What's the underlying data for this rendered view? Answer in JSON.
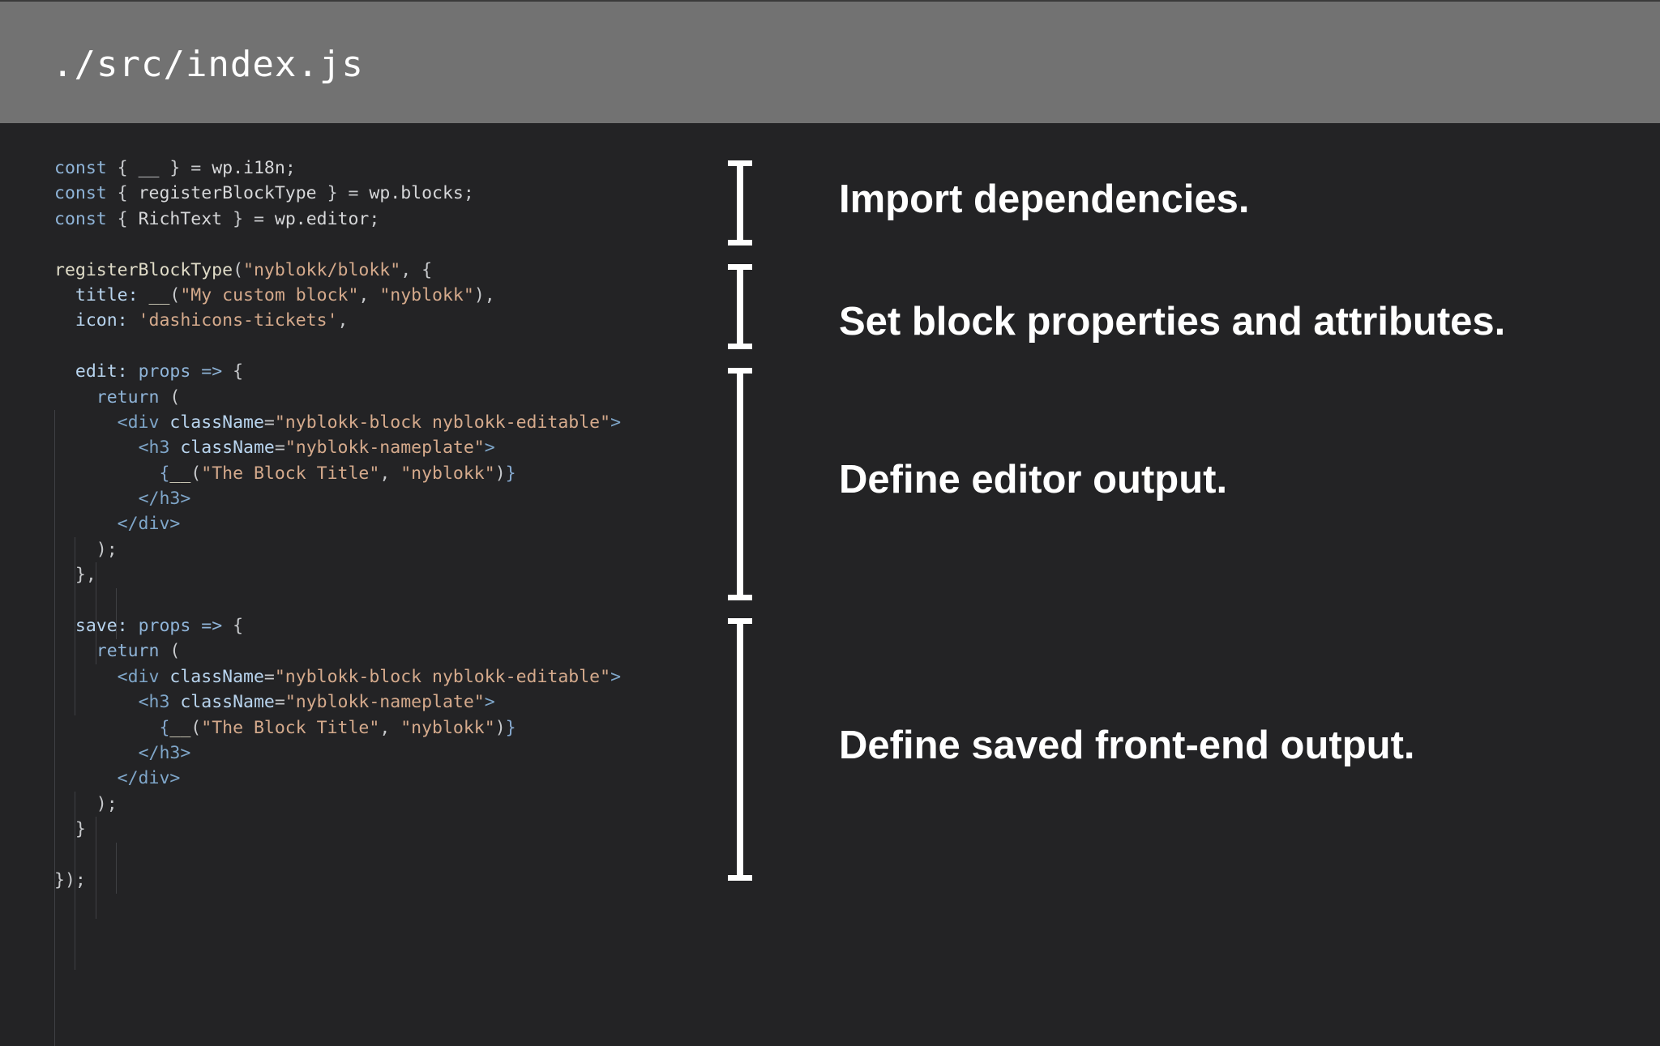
{
  "header": {
    "title": "./src/index.js"
  },
  "code": {
    "l1": {
      "kw": "const",
      "p1": " { ",
      "id1": "__",
      "p2": " } = ",
      "id2": "wp.i18n",
      "p3": ";"
    },
    "l2": {
      "kw": "const",
      "p1": " { ",
      "id1": "registerBlockType",
      "p2": " } = ",
      "id2": "wp.blocks",
      "p3": ";"
    },
    "l3": {
      "kw": "const",
      "p1": " { ",
      "id1": "RichText",
      "p2": " } = ",
      "id2": "wp.editor",
      "p3": ";"
    },
    "l5": {
      "fn": "registerBlockType",
      "p1": "(",
      "s1": "\"nyblokk/blokk\"",
      "p2": ", {"
    },
    "l6": {
      "key": "title:",
      "p1": " ",
      "fn": "__",
      "p2": "(",
      "s1": "\"My custom block\"",
      "p3": ", ",
      "s2": "\"nyblokk\"",
      "p4": "),"
    },
    "l7": {
      "key": "icon:",
      "p1": " ",
      "s1": "'dashicons-tickets'",
      "p2": ","
    },
    "l9": {
      "key": "edit:",
      "p1": " ",
      "arg": "props",
      "p2": " ",
      "arr": "=>",
      "p3": " {"
    },
    "l10": {
      "kw": "return",
      "p1": " ("
    },
    "l11": {
      "tag1": "<div",
      "p1": " ",
      "attr": "className",
      "p2": "=",
      "s1": "\"nyblokk-block nyblokk-editable\"",
      "tag2": ">"
    },
    "l12": {
      "tag1": "<h3",
      "p1": " ",
      "attr": "className",
      "p2": "=",
      "s1": "\"nyblokk-nameplate\"",
      "tag2": ">"
    },
    "l13": {
      "b1": "{",
      "fn": "__",
      "p1": "(",
      "s1": "\"The Block Title\"",
      "p2": ", ",
      "s2": "\"nyblokk\"",
      "p3": ")",
      "b2": "}"
    },
    "l14": {
      "tag": "</h3>"
    },
    "l15": {
      "tag": "</div>"
    },
    "l16": {
      "p": ");"
    },
    "l17": {
      "p": "},"
    },
    "l19": {
      "key": "save:",
      "p1": " ",
      "arg": "props",
      "p2": " ",
      "arr": "=>",
      "p3": " {"
    },
    "l20": {
      "kw": "return",
      "p1": " ("
    },
    "l21": {
      "tag1": "<div",
      "p1": " ",
      "attr": "className",
      "p2": "=",
      "s1": "\"nyblokk-block nyblokk-editable\"",
      "tag2": ">"
    },
    "l22": {
      "tag1": "<h3",
      "p1": " ",
      "attr": "className",
      "p2": "=",
      "s1": "\"nyblokk-nameplate\"",
      "tag2": ">"
    },
    "l23": {
      "b1": "{",
      "fn": "__",
      "p1": "(",
      "s1": "\"The Block Title\"",
      "p2": ", ",
      "s2": "\"nyblokk\"",
      "p3": ")",
      "b2": "}"
    },
    "l24": {
      "tag": "</h3>"
    },
    "l25": {
      "tag": "</div>"
    },
    "l26": {
      "p": ");"
    },
    "l27": {
      "p": "}"
    },
    "l29": {
      "p": "});"
    }
  },
  "labels": {
    "imports": "Import dependencies.",
    "properties": "Set block properties and attributes.",
    "editor": "Define editor output.",
    "saved": "Define saved front-end output."
  }
}
